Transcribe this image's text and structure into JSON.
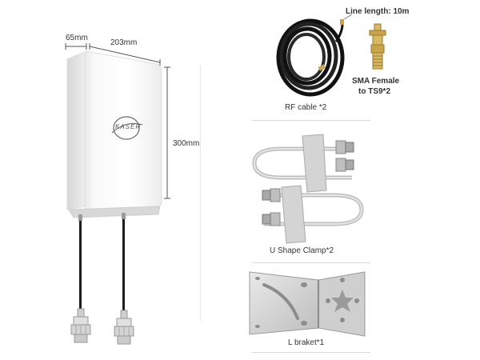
{
  "antenna": {
    "brand": "KASER",
    "dim_depth": "65mm",
    "dim_width": "203mm",
    "dim_height": "300mm"
  },
  "rf_cable": {
    "line_length_label": "Line length: 10m",
    "caption": "RF cable *2"
  },
  "sma_adapter": {
    "caption_line1": "SMA Female",
    "caption_line2": "to TS9*2"
  },
  "u_clamp": {
    "caption": "U Shape Clamp*2"
  },
  "l_bracket": {
    "caption": "L braket*1"
  },
  "colors": {
    "panel": "#f6f6f6",
    "cable": "#222222",
    "metal": "#c9c9c9",
    "brass": "#c8a44a"
  }
}
